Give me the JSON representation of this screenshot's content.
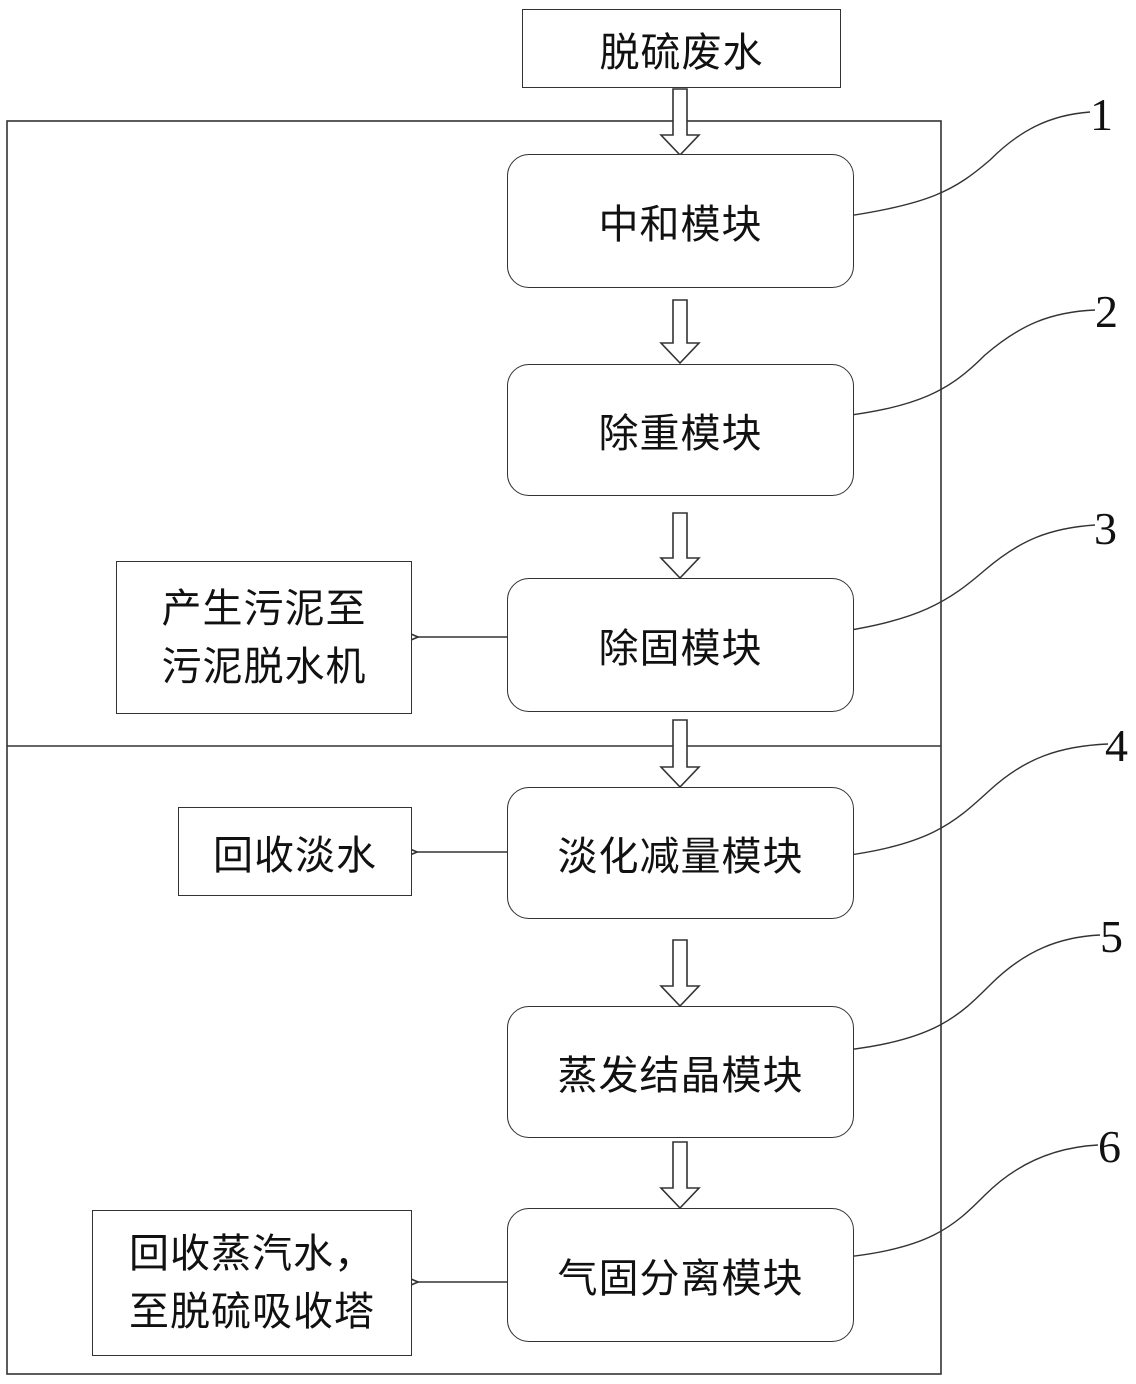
{
  "input": {
    "label": "脱硫废水"
  },
  "modules": [
    {
      "number": "1",
      "label": "中和模块"
    },
    {
      "number": "2",
      "label": "除重模块"
    },
    {
      "number": "3",
      "label": "除固模块"
    },
    {
      "number": "4",
      "label": "淡化减量模块"
    },
    {
      "number": "5",
      "label": "蒸发结晶模块"
    },
    {
      "number": "6",
      "label": "气固分离模块"
    }
  ],
  "outputs": {
    "sludge": {
      "line1": "产生污泥至",
      "line2": "污泥脱水机"
    },
    "freshwater": {
      "label": "回收淡水"
    },
    "steam": {
      "line1": "回收蒸汽水，",
      "line2": "至脱硫吸收塔"
    }
  },
  "colors": {
    "line": "#333333",
    "background": "#ffffff",
    "text": "#111111"
  }
}
